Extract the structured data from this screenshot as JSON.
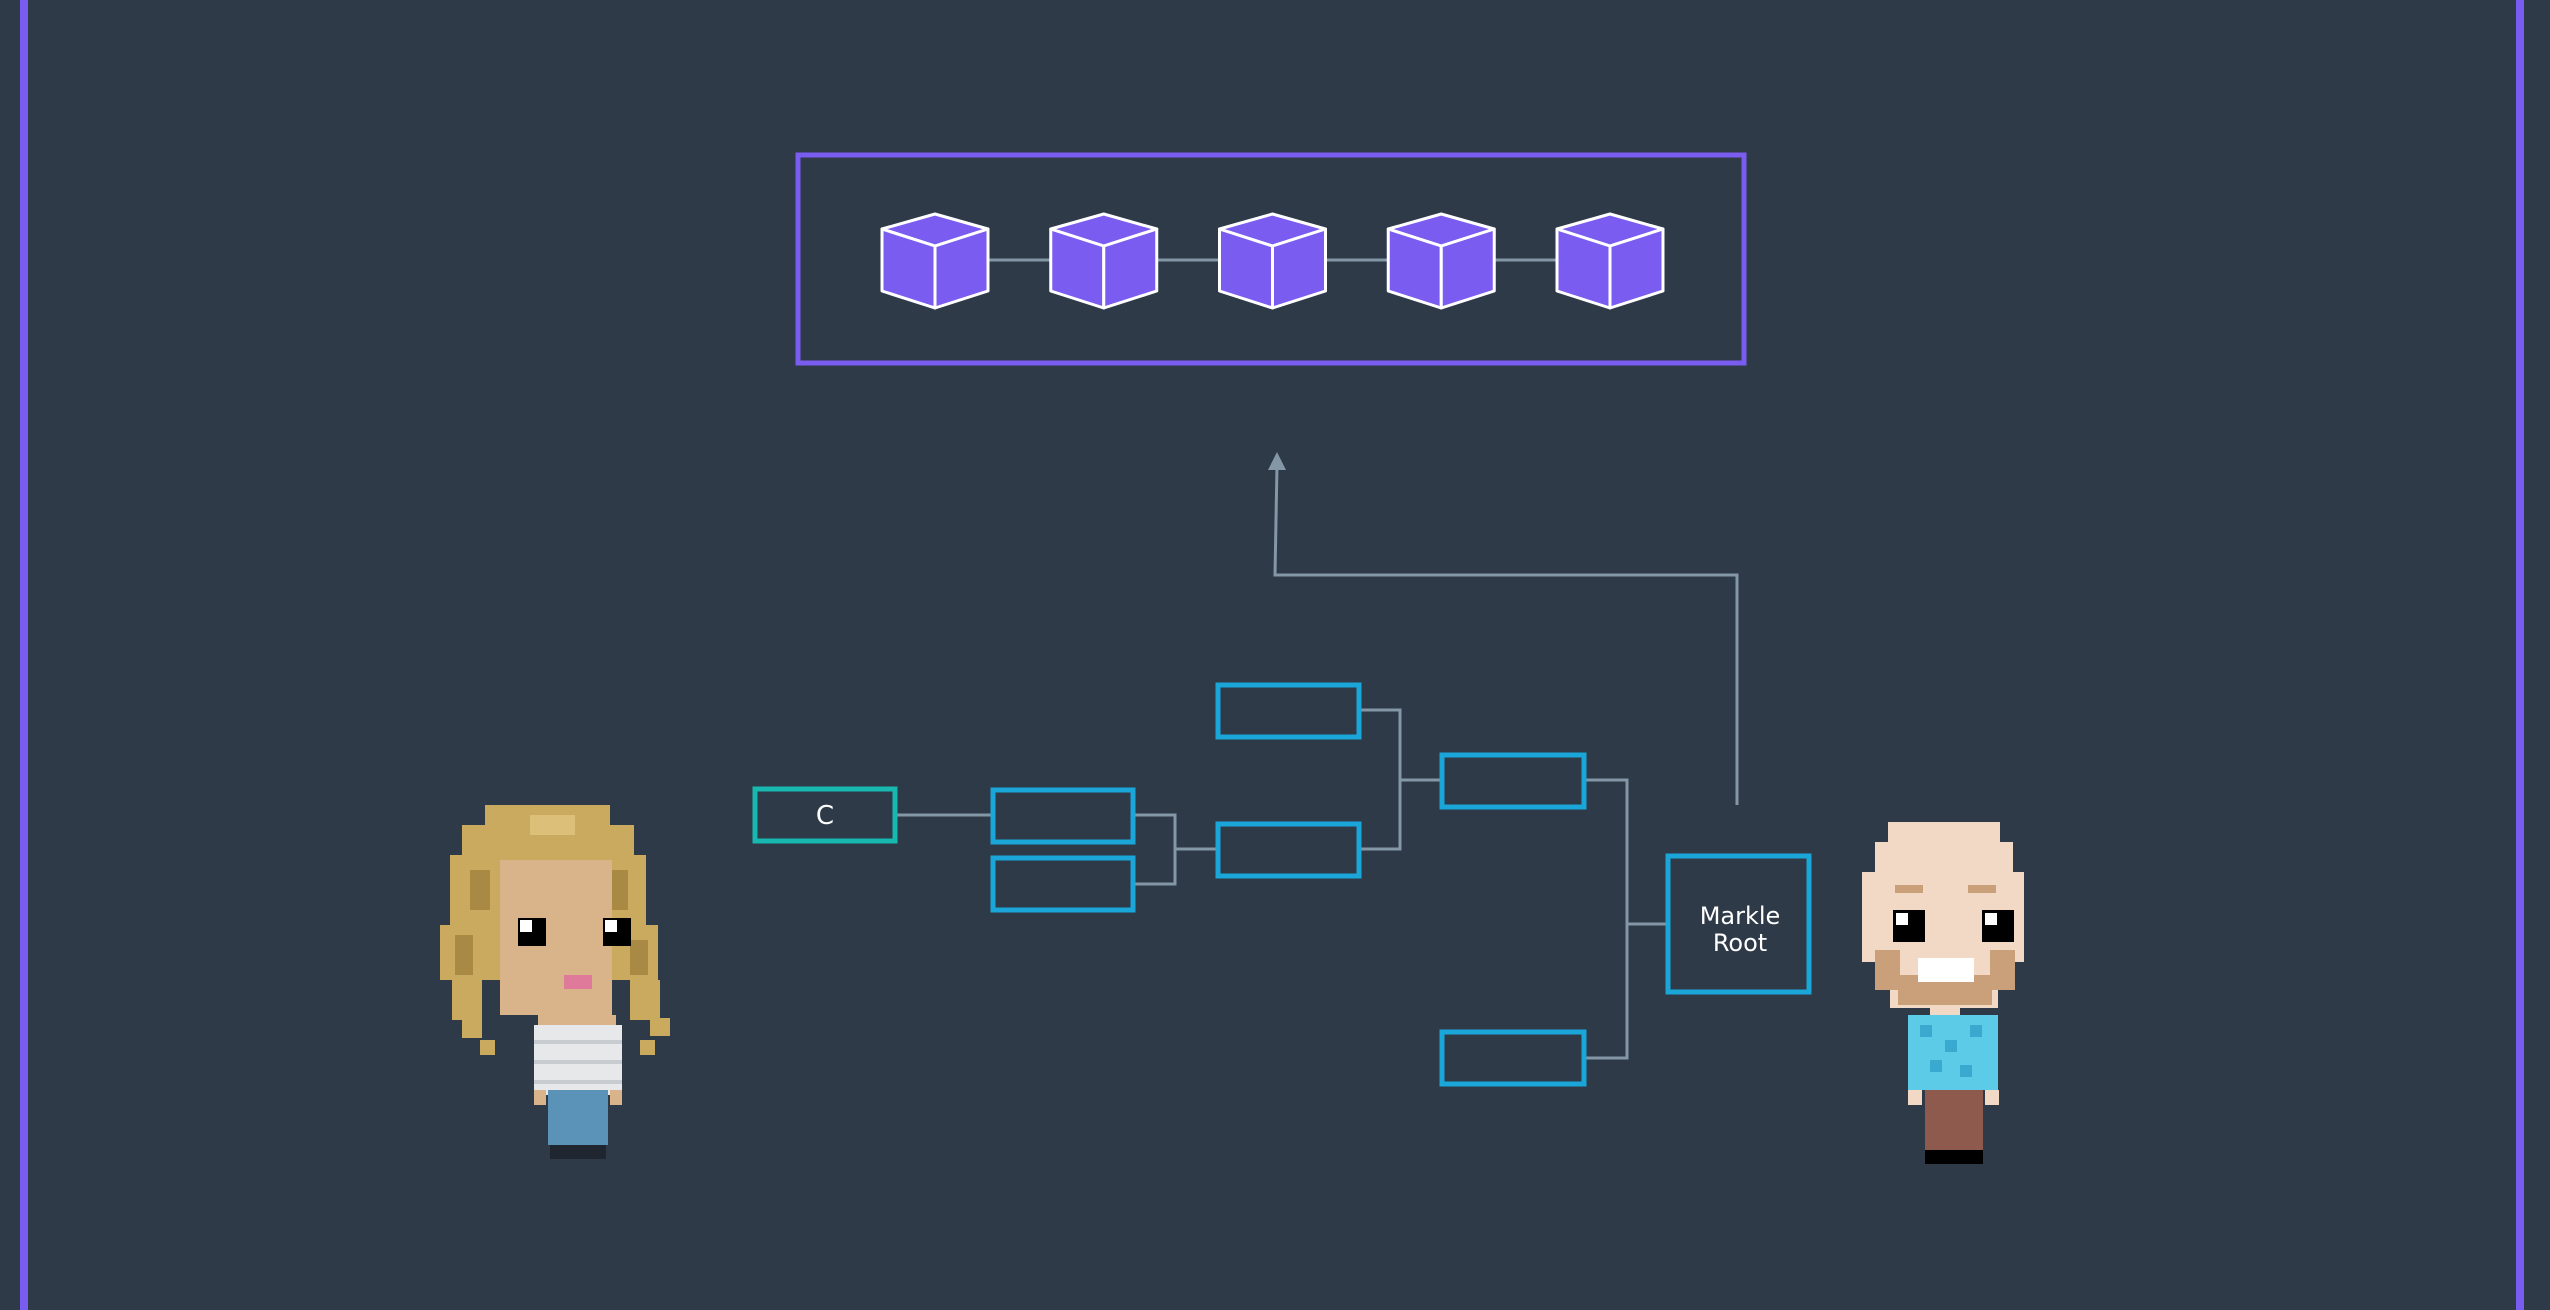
{
  "colors": {
    "background": "#2e3a48",
    "frame": "#7b5cf0",
    "block_fill": "#7b5cf0",
    "block_stroke": "#ffffff",
    "connector": "#8497a6",
    "tree_node": "#1aa6d9",
    "leaf_node": "#16b8b0"
  },
  "blockchain": {
    "block_count": 5,
    "block_icon": "cube-icon"
  },
  "merkle_tree": {
    "leaf_label": "C",
    "root_label_line1": "Markle",
    "root_label_line2": "Root"
  },
  "characters": [
    {
      "name": "woman-avatar",
      "icon": "pixel-woman-icon"
    },
    {
      "name": "man-avatar",
      "icon": "pixel-man-icon"
    }
  ]
}
